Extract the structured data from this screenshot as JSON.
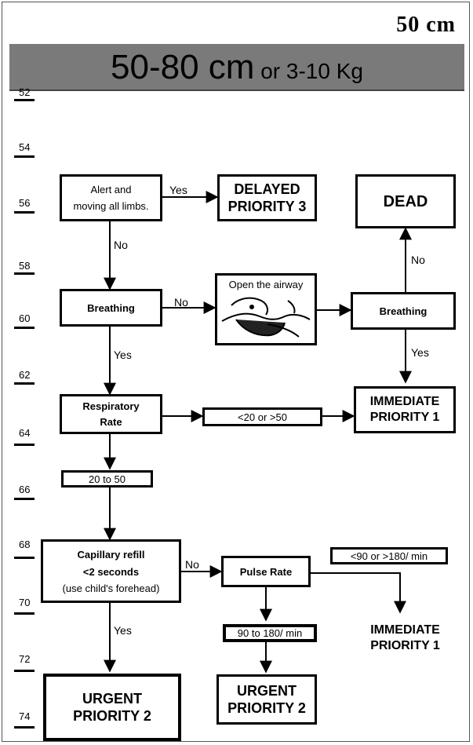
{
  "header": {
    "corner_label": "50 cm",
    "banner_main": "50-80 cm",
    "banner_sub": " or 3-10 Kg"
  },
  "ruler": [
    "52",
    "54",
    "56",
    "58",
    "60",
    "62",
    "64",
    "66",
    "68",
    "70",
    "72",
    "74"
  ],
  "nodes": {
    "alert": {
      "line1": "Alert and",
      "line2": "moving all limbs."
    },
    "delayed": {
      "line1": "DELAYED",
      "line2": "PRIORITY 3"
    },
    "dead": {
      "label": "DEAD"
    },
    "breathing1": {
      "label": "Breathing"
    },
    "airway": {
      "label": "Open the airway"
    },
    "breathing2": {
      "label": "Breathing"
    },
    "resp_rate": {
      "line1": "Respiratory",
      "line2": "Rate"
    },
    "resp_abnormal": {
      "label": "<20 or >50"
    },
    "immediate1": {
      "line1": "IMMEDIATE",
      "line2": "PRIORITY 1"
    },
    "resp_normal": {
      "label": "20 to 50"
    },
    "cap_refill": {
      "line1": "Capillary refill",
      "line2": "<2 seconds",
      "line3": "(use child's forehead)"
    },
    "pulse_rate": {
      "label": "Pulse Rate"
    },
    "pulse_abnormal": {
      "label": "<90 or >180/ min"
    },
    "immediate2": {
      "line1": "IMMEDIATE",
      "line2": "PRIORITY 1"
    },
    "pulse_normal": {
      "label": "90 to 180/ min"
    },
    "urgent1": {
      "line1": "URGENT",
      "line2": "PRIORITY 2"
    },
    "urgent2": {
      "line1": "URGENT",
      "line2": "PRIORITY 2"
    }
  },
  "edges": {
    "alert_yes": "Yes",
    "alert_no": "No",
    "breathing1_no": "No",
    "breathing1_yes": "Yes",
    "breathing2_no": "No",
    "breathing2_yes": "Yes",
    "cap_no": "No",
    "cap_yes": "Yes"
  }
}
